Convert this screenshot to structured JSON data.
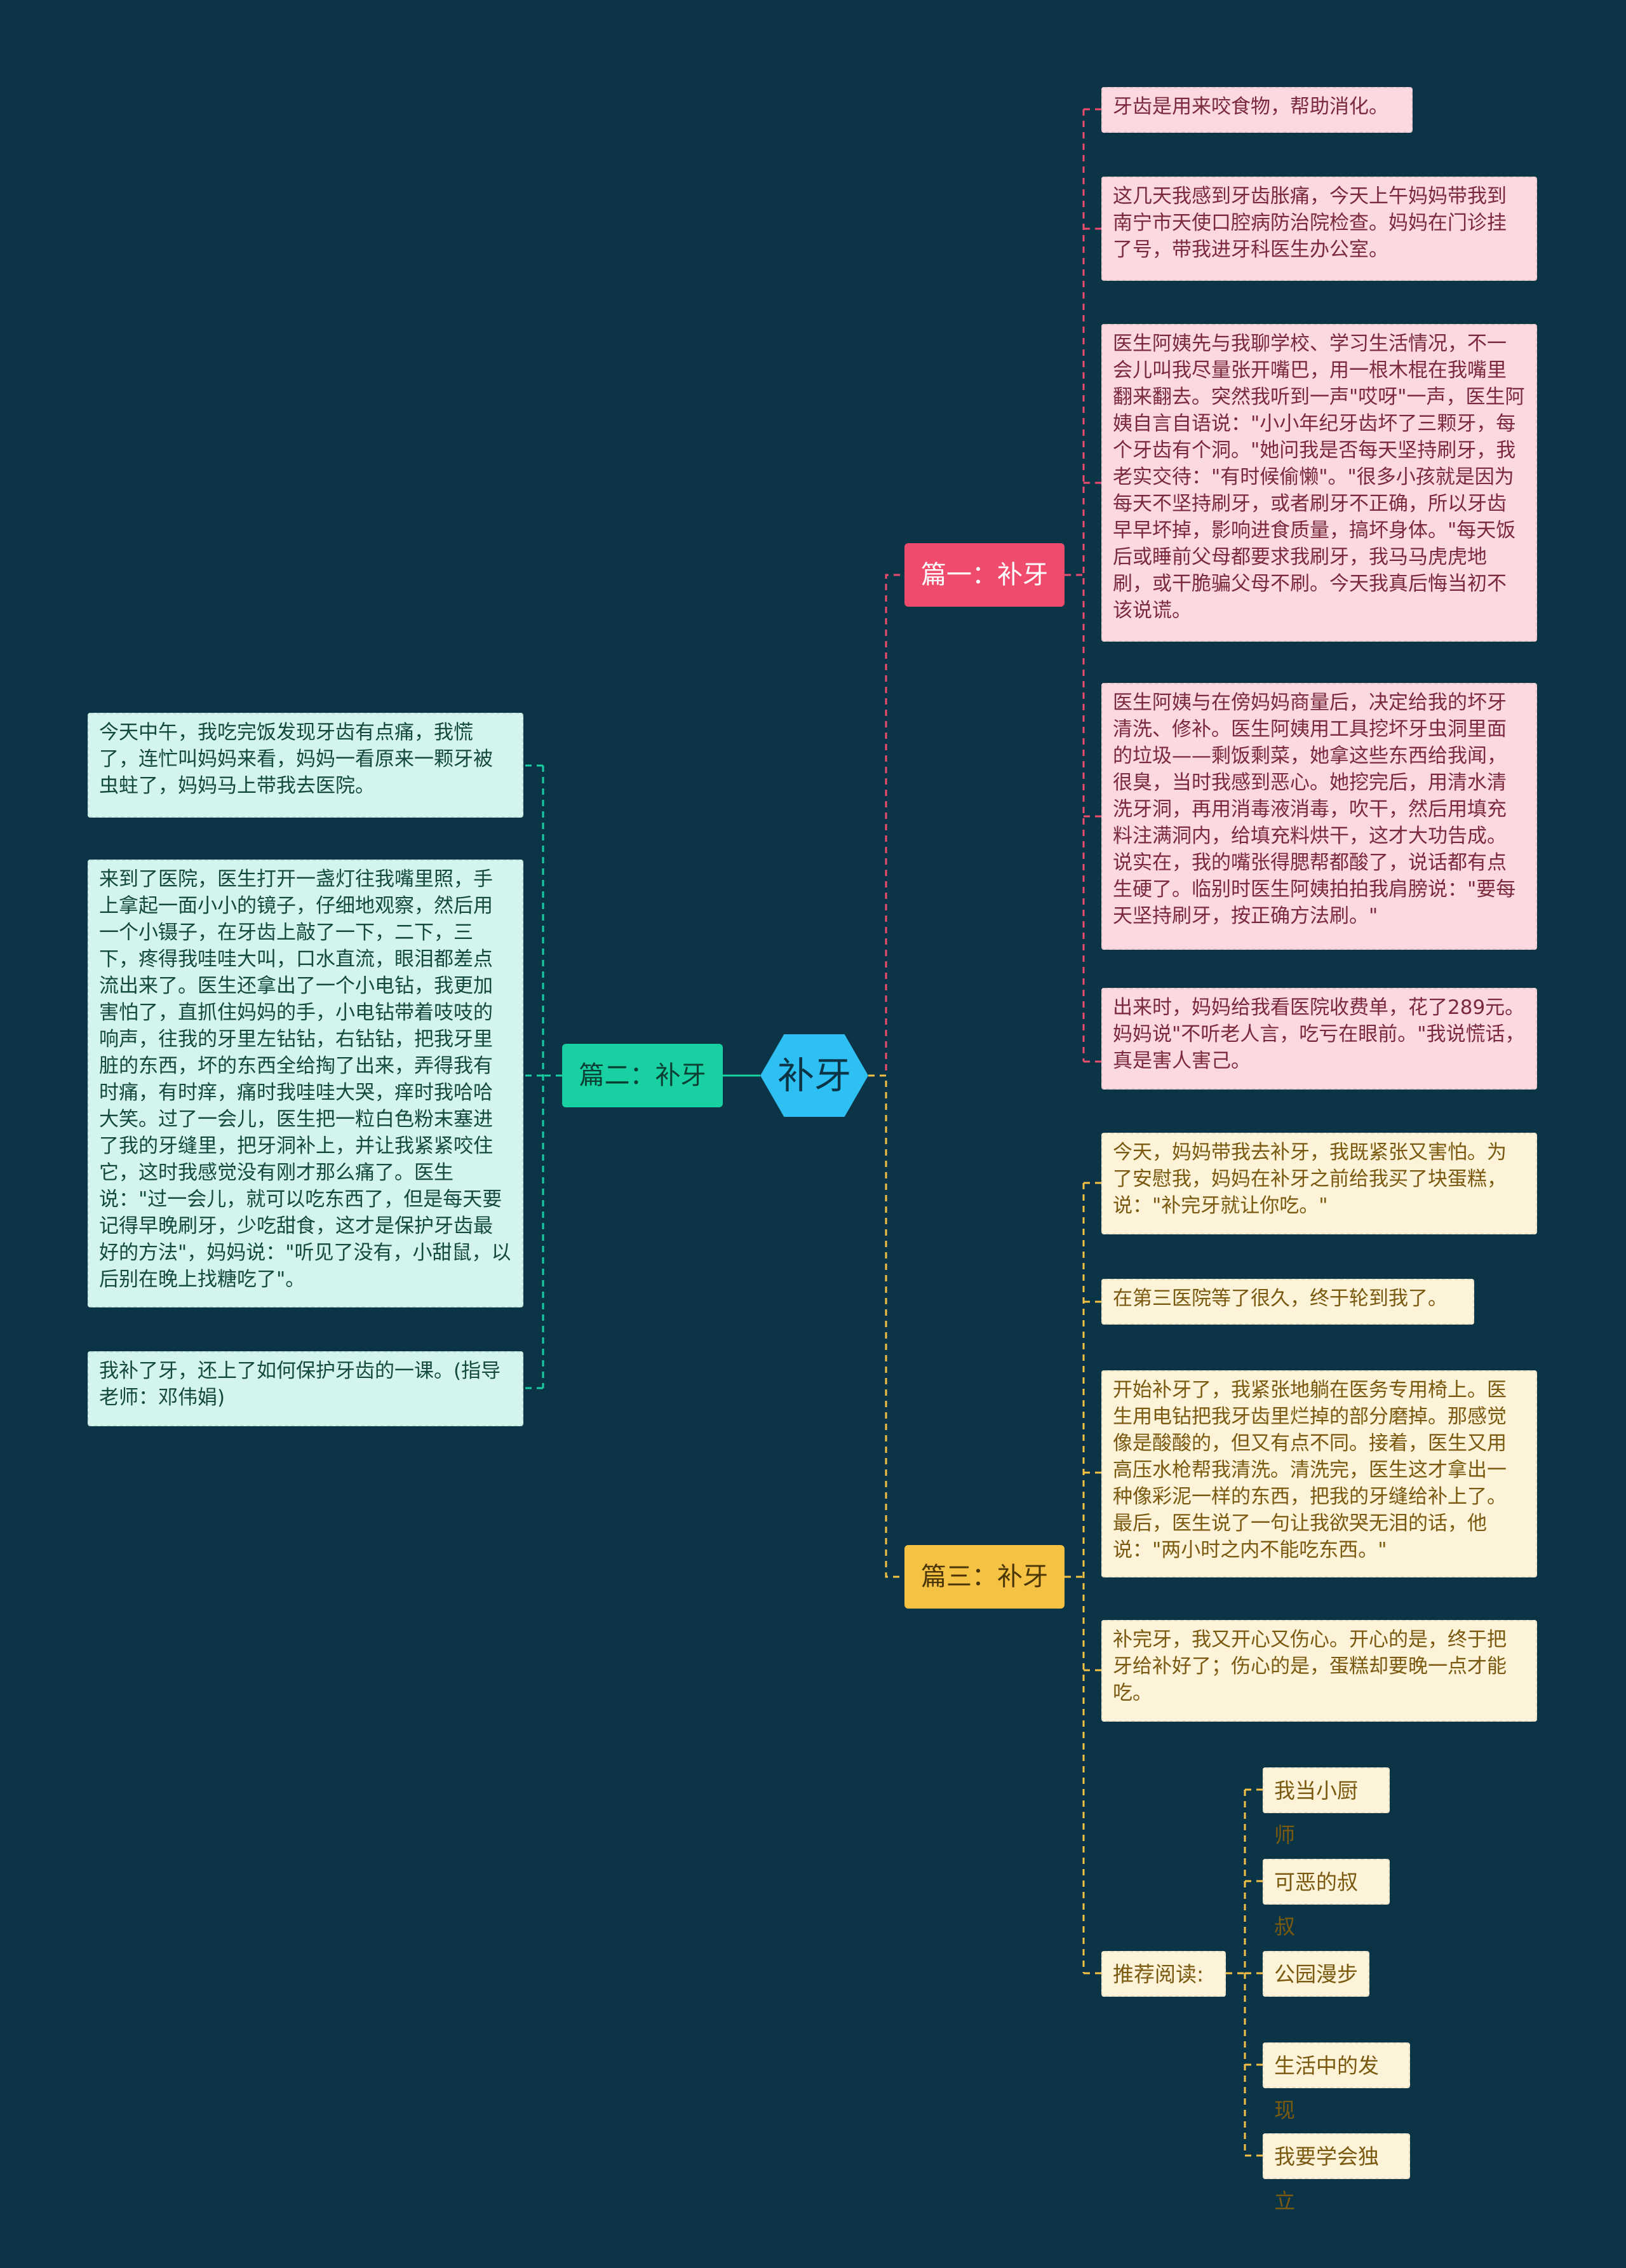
{
  "center": {
    "label": "补牙"
  },
  "branch1": {
    "label": "篇一：补牙",
    "items": [
      "牙齿是用来咬食物，帮助消化。",
      "这几天我感到牙齿胀痛，今天上午妈妈带我到南宁市天使口腔病防治院检查。妈妈在门诊挂了号，带我进牙科医生办公室。",
      "医生阿姨先与我聊学校、学习生活情况，不一会儿叫我尽量张开嘴巴，用一根木棍在我嘴里翻来翻去。突然我听到一声\"哎呀\"一声，医生阿姨自言自语说：\"小小年纪牙齿坏了三颗牙，每个牙齿有个洞。\"她问我是否每天坚持刷牙，我老实交待：\"有时候偷懒\"。\"很多小孩就是因为每天不坚持刷牙，或者刷牙不正确，所以牙齿早早坏掉，影响进食质量，搞坏身体。\"每天饭后或睡前父母都要求我刷牙，我马马虎虎地刷，或干脆骗父母不刷。今天我真后悔当初不该说谎。",
      "医生阿姨与在傍妈妈商量后，决定给我的坏牙清洗、修补。医生阿姨用工具挖坏牙虫洞里面的垃圾——剩饭剩菜，她拿这些东西给我闻，很臭，当时我感到恶心。她挖完后，用清水清洗牙洞，再用消毒液消毒，吹干，然后用填充料注满洞内，给填充料烘干，这才大功告成。说实在，我的嘴张得腮帮都酸了，说话都有点生硬了。临别时医生阿姨拍拍我肩膀说：\"要每天坚持刷牙，按正确方法刷。\"",
      "出来时，妈妈给我看医院收费单，花了289元。妈妈说\"不听老人言，吃亏在眼前。\"我说慌话，真是害人害己。"
    ]
  },
  "branch2": {
    "label": "篇二：补牙",
    "items": [
      "今天中午，我吃完饭发现牙齿有点痛，我慌了，连忙叫妈妈来看，妈妈一看原来一颗牙被虫蛀了，妈妈马上带我去医院。",
      "来到了医院，医生打开一盏灯往我嘴里照，手上拿起一面小小的镜子，仔细地观察，然后用一个小镊子，在牙齿上敲了一下，二下，三下，疼得我哇哇大叫，口水直流，眼泪都差点流出来了。医生还拿出了一个小电钻，我更加害怕了，直抓住妈妈的手，小电钻带着吱吱的响声，往我的牙里左钻钻，右钻钻，把我牙里脏的东西，坏的东西全给掏了出来，弄得我有时痛，有时痒，痛时我哇哇大哭，痒时我哈哈大笑。过了一会儿，医生把一粒白色粉末塞进了我的牙缝里，把牙洞补上，并让我紧紧咬住它，这时我感觉没有刚才那么痛了。医生说：\"过一会儿，就可以吃东西了，但是每天要记得早晚刷牙，少吃甜食，这才是保护牙齿最好的方法\"，妈妈说：\"听见了没有，小甜鼠，以后别在晚上找糖吃了\"。",
      "我补了牙，还上了如何保护牙齿的一课。(指导老师：邓伟娟)"
    ]
  },
  "branch3": {
    "label": "篇三：补牙",
    "items": [
      "今天，妈妈带我去补牙，我既紧张又害怕。为了安慰我，妈妈在补牙之前给我买了块蛋糕，说：\"补完牙就让你吃。\"",
      "在第三医院等了很久，终于轮到我了。",
      "开始补牙了，我紧张地躺在医务专用椅上。医生用电钻把我牙齿里烂掉的部分磨掉。那感觉像是酸酸的，但又有点不同。接着，医生又用高压水枪帮我清洗。清洗完，医生这才拿出一种像彩泥一样的东西，把我的牙缝给补上了。最后，医生说了一句让我欲哭无泪的话，他说：\"两小时之内不能吃东西。\"",
      "补完牙，我又开心又伤心。开心的是，终于把牙给补好了；伤心的是，蛋糕却要晚一点才能吃。"
    ],
    "recommend": {
      "label": "推荐阅读:",
      "items": [
        "我当小厨师",
        "可恶的叔叔",
        "公园漫步",
        "生活中的发现",
        "我要学会独立"
      ]
    }
  },
  "colors": {
    "background": "#0b3447",
    "center": "#2ec0f3",
    "branch1": "#ef4b6c",
    "branch2": "#19d0a2",
    "branch3": "#f6c244"
  }
}
